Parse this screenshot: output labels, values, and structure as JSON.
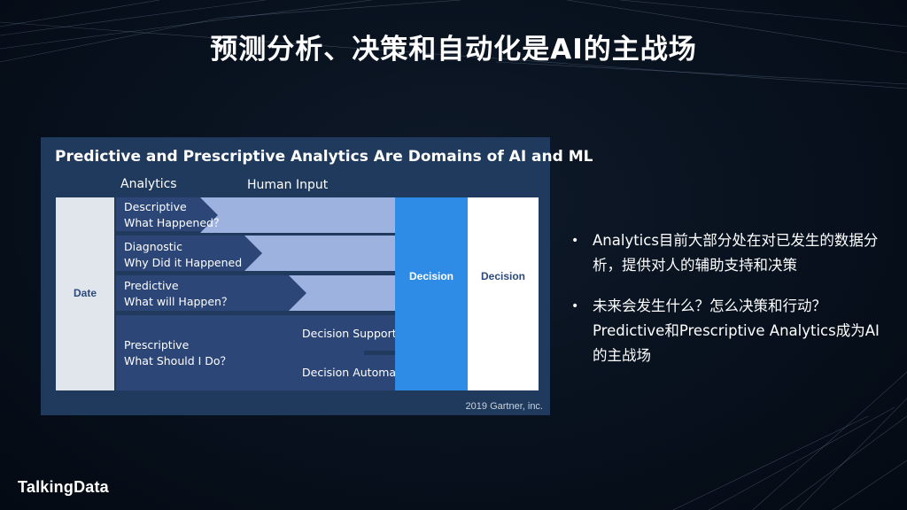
{
  "title": "预测分析、决策和自动化是AI的主战场",
  "diagram": {
    "heading": "Predictive and Prescriptive Analytics Are Domains of AI and ML",
    "col_analytics": "Analytics",
    "col_human_input": "Human Input",
    "date_label": "Date",
    "rows": [
      {
        "line1": "Descriptive",
        "line2": "What Happened？"
      },
      {
        "line1": "Diagnostic",
        "line2": "Why Did it Happened"
      },
      {
        "line1": "Predictive",
        "line2": "What will Happen？"
      },
      {
        "line1": "Prescriptive",
        "line2": "What Should I Do？"
      }
    ],
    "decision_support": "Decision Support",
    "decision_automation": "Decision Automation",
    "decision_blue": "Decision",
    "decision_white": "Decision",
    "credit": "2019 Gartner, inc."
  },
  "bullets": [
    "Analytics目前大部分处在对已发生的数据分析，提供对人的辅助支持和决策",
    "未来会发生什么？怎么决策和行动？Predictive和Prescriptive Analytics成为AI的主战场"
  ],
  "logo": "TalkingData",
  "colors": {
    "panel": "#1f3a5c",
    "row_dark": "#2c4677",
    "arrow_light": "#9db2de",
    "decision_blue": "#2e8ce6",
    "date_box": "#e1e5ec"
  }
}
